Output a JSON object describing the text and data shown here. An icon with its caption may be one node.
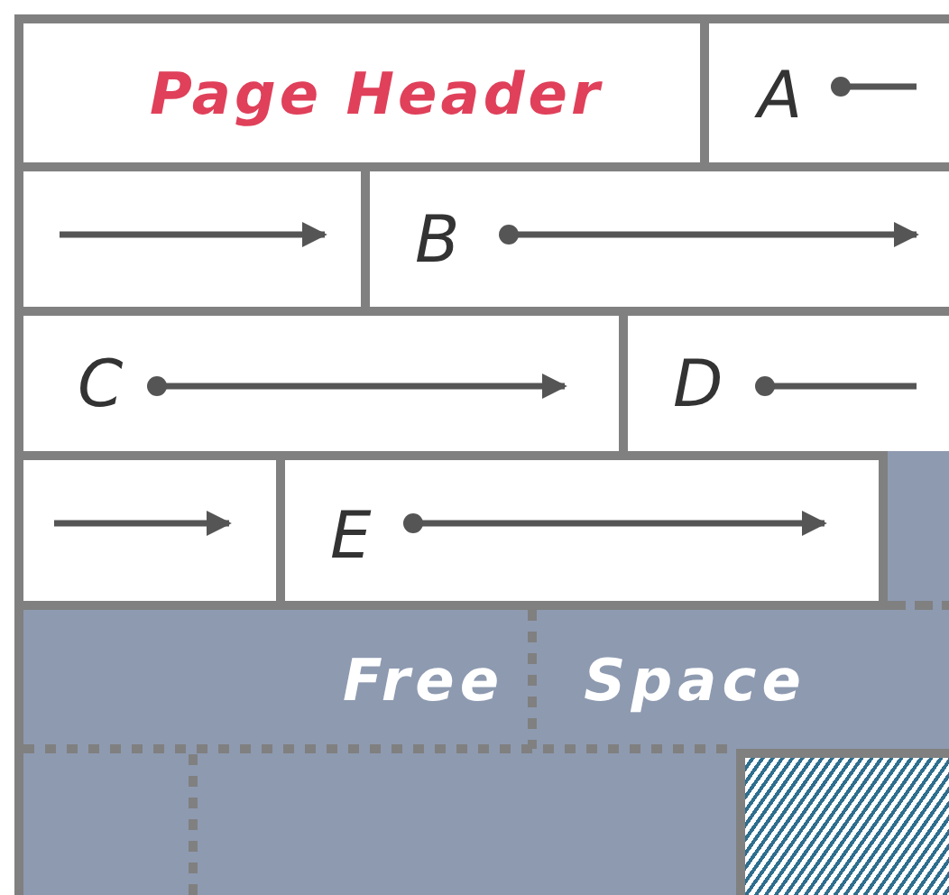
{
  "diagram": {
    "nodes": [
      {
        "text": [
          "Page Header"
        ]
      },
      {
        "text": [
          "A"
        ]
      },
      {
        "text": [],
        "shape": "box"
      },
      {
        "text": [
          "B"
        ]
      },
      {
        "text": [
          "C"
        ]
      },
      {
        "text": [
          "D"
        ]
      },
      {
        "text": [],
        "shape": "box"
      },
      {
        "text": [
          "E"
        ]
      },
      {
        "text": [],
        "shape": "box"
      },
      {
        "text": [
          "Free Space"
        ]
      },
      {
        "text": [],
        "shape": "box",
        "in": 9
      }
    ]
  }
}
